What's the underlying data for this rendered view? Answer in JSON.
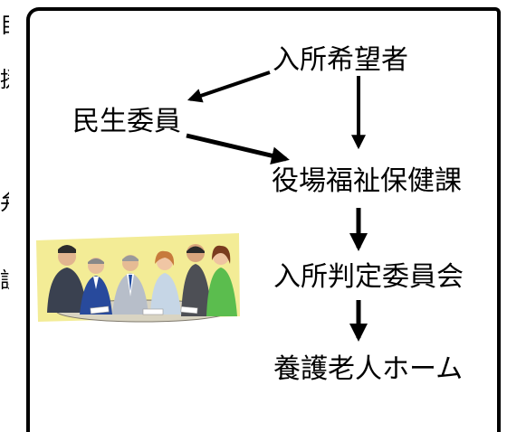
{
  "edge_fragments": [
    "目",
    "援",
    "弁",
    "談"
  ],
  "nodes": {
    "applicant": "入所希望者",
    "welfare_commissioner": "民生委員",
    "town_office": "役場福祉保健課",
    "committee": "入所判定委員会",
    "nursing_home": "養護老人ホーム"
  },
  "colors": {
    "line": "#000000",
    "backdrop": "#f3ec96"
  }
}
